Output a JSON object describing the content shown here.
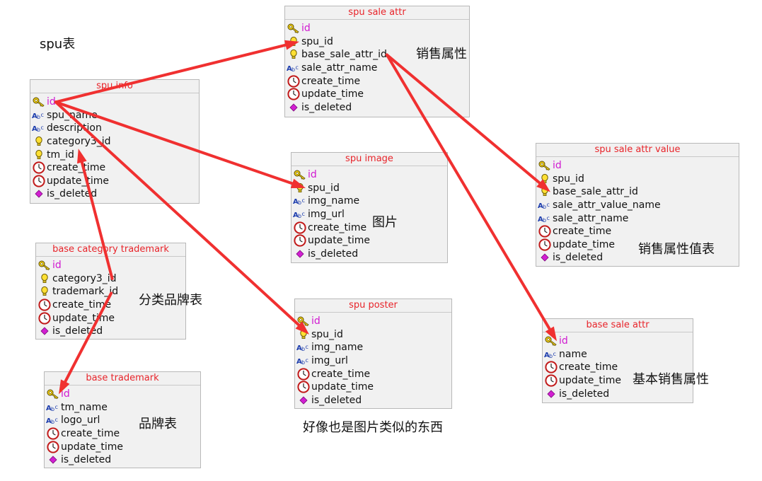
{
  "diagram": {
    "colors": {
      "arrow": "#f03030",
      "table_title": "#e8242a",
      "primary_key": "#d11ad1",
      "table_bg": "#f1f1f1"
    },
    "tables": [
      {
        "id": "spu_info",
        "title": "spu info",
        "fields": [
          {
            "name": "id",
            "icon": "key-icon",
            "pk": true
          },
          {
            "name": "spu_name",
            "icon": "text-icon"
          },
          {
            "name": "description",
            "icon": "text-icon"
          },
          {
            "name": "category3_id",
            "icon": "bulb-icon"
          },
          {
            "name": "tm_id",
            "icon": "bulb-icon"
          },
          {
            "name": "create_time",
            "icon": "clock-icon"
          },
          {
            "name": "update_time",
            "icon": "clock-icon"
          },
          {
            "name": "is_deleted",
            "icon": "diamond-icon"
          }
        ]
      },
      {
        "id": "spu_sale_attr",
        "title": "spu sale attr",
        "fields": [
          {
            "name": "id",
            "icon": "key-icon",
            "pk": true
          },
          {
            "name": "spu_id",
            "icon": "bulb-icon"
          },
          {
            "name": "base_sale_attr_id",
            "icon": "bulb-icon"
          },
          {
            "name": "sale_attr_name",
            "icon": "text-icon"
          },
          {
            "name": "create_time",
            "icon": "clock-icon"
          },
          {
            "name": "update_time",
            "icon": "clock-icon"
          },
          {
            "name": "is_deleted",
            "icon": "diamond-icon"
          }
        ]
      },
      {
        "id": "spu_image",
        "title": "spu image",
        "fields": [
          {
            "name": "id",
            "icon": "key-icon",
            "pk": true
          },
          {
            "name": "spu_id",
            "icon": "bulb-icon"
          },
          {
            "name": "img_name",
            "icon": "text-icon"
          },
          {
            "name": "img_url",
            "icon": "text-icon"
          },
          {
            "name": "create_time",
            "icon": "clock-icon"
          },
          {
            "name": "update_time",
            "icon": "clock-icon"
          },
          {
            "name": "is_deleted",
            "icon": "diamond-icon"
          }
        ]
      },
      {
        "id": "spu_sale_attr_value",
        "title": "spu sale attr value",
        "fields": [
          {
            "name": "id",
            "icon": "key-icon",
            "pk": true
          },
          {
            "name": "spu_id",
            "icon": "bulb-icon"
          },
          {
            "name": "base_sale_attr_id",
            "icon": "bulb-icon"
          },
          {
            "name": "sale_attr_value_name",
            "icon": "text-icon"
          },
          {
            "name": "sale_attr_name",
            "icon": "text-icon"
          },
          {
            "name": "create_time",
            "icon": "clock-icon"
          },
          {
            "name": "update_time",
            "icon": "clock-icon"
          },
          {
            "name": "is_deleted",
            "icon": "diamond-icon"
          }
        ]
      },
      {
        "id": "base_category_trademark",
        "title": "base category trademark",
        "fields": [
          {
            "name": "id",
            "icon": "key-icon",
            "pk": true
          },
          {
            "name": "category3_id",
            "icon": "bulb-icon"
          },
          {
            "name": "trademark_id",
            "icon": "bulb-icon"
          },
          {
            "name": "create_time",
            "icon": "clock-icon"
          },
          {
            "name": "update_time",
            "icon": "clock-icon"
          },
          {
            "name": "is_deleted",
            "icon": "diamond-icon"
          }
        ]
      },
      {
        "id": "spu_poster",
        "title": "spu poster",
        "fields": [
          {
            "name": "id",
            "icon": "key-icon",
            "pk": true
          },
          {
            "name": "spu_id",
            "icon": "bulb-icon"
          },
          {
            "name": "img_name",
            "icon": "text-icon"
          },
          {
            "name": "img_url",
            "icon": "text-icon"
          },
          {
            "name": "create_time",
            "icon": "clock-icon"
          },
          {
            "name": "update_time",
            "icon": "clock-icon"
          },
          {
            "name": "is_deleted",
            "icon": "diamond-icon"
          }
        ]
      },
      {
        "id": "base_sale_attr",
        "title": "base sale attr",
        "fields": [
          {
            "name": "id",
            "icon": "key-icon",
            "pk": true
          },
          {
            "name": "name",
            "icon": "text-icon"
          },
          {
            "name": "create_time",
            "icon": "clock-icon"
          },
          {
            "name": "update_time",
            "icon": "clock-icon"
          },
          {
            "name": "is_deleted",
            "icon": "diamond-icon"
          }
        ]
      },
      {
        "id": "base_trademark",
        "title": "base trademark",
        "fields": [
          {
            "name": "id",
            "icon": "key-icon",
            "pk": true
          },
          {
            "name": "tm_name",
            "icon": "text-icon"
          },
          {
            "name": "logo_url",
            "icon": "text-icon"
          },
          {
            "name": "create_time",
            "icon": "clock-icon"
          },
          {
            "name": "update_time",
            "icon": "clock-icon"
          },
          {
            "name": "is_deleted",
            "icon": "diamond-icon"
          }
        ]
      }
    ],
    "notes": [
      {
        "id": "spu_table",
        "text": "spu表"
      },
      {
        "id": "sale_attr_label",
        "text": "销售属性"
      },
      {
        "id": "image_label",
        "text": "图片"
      },
      {
        "id": "sale_attr_value_label",
        "text": "销售属性值表"
      },
      {
        "id": "category_trademark_label",
        "text": "分类品牌表"
      },
      {
        "id": "base_sale_attr_label",
        "text": "基本销售属性"
      },
      {
        "id": "trademark_label",
        "text": "品牌表"
      },
      {
        "id": "poster_label",
        "text": "好像也是图片类似的东西"
      }
    ],
    "relations": [
      {
        "from": "spu_info.id",
        "to": "spu_sale_attr.spu_id"
      },
      {
        "from": "spu_info.id",
        "to": "spu_image.spu_id"
      },
      {
        "from": "spu_info.id",
        "to": "spu_poster.spu_id"
      },
      {
        "from": "spu_sale_attr.base_sale_attr_id",
        "to": "spu_sale_attr_value.base_sale_attr_id"
      },
      {
        "from": "spu_sale_attr.base_sale_attr_id",
        "to": "base_sale_attr.id"
      },
      {
        "from": "base_category_trademark.category3_id",
        "to": "spu_info.category3_id"
      },
      {
        "from": "base_category_trademark.trademark_id",
        "to": "base_trademark.id"
      }
    ]
  }
}
